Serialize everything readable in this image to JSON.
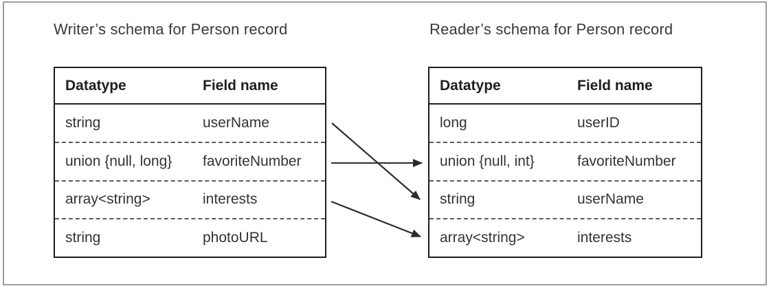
{
  "writer_schema": {
    "title": "Writer’s schema for Person record",
    "columns": [
      "Datatype",
      "Field name"
    ],
    "rows": [
      {
        "datatype": "string",
        "field": "userName"
      },
      {
        "datatype": "union {null, long}",
        "field": "favoriteNumber"
      },
      {
        "datatype": "array<string>",
        "field": "interests"
      },
      {
        "datatype": "string",
        "field": "photoURL"
      }
    ]
  },
  "reader_schema": {
    "title": "Reader’s schema for Person record",
    "columns": [
      "Datatype",
      "Field name"
    ],
    "rows": [
      {
        "datatype": "long",
        "field": "userID"
      },
      {
        "datatype": "union {null, int}",
        "field": "favoriteNumber"
      },
      {
        "datatype": "string",
        "field": "userName"
      },
      {
        "datatype": "array<string>",
        "field": "interests"
      }
    ]
  },
  "mappings": [
    {
      "from_field": "userName",
      "from_row": 1,
      "to_field": "userName",
      "to_row": 3
    },
    {
      "from_field": "favoriteNumber",
      "from_row": 2,
      "to_field": "favoriteNumber",
      "to_row": 2
    },
    {
      "from_field": "interests",
      "from_row": 3,
      "to_field": "interests",
      "to_row": 4
    }
  ],
  "colors": {
    "table_border": "#1c1c1c",
    "dashed_divider": "#5a5a5a",
    "text": "#333333",
    "frame_border": "#9e9e9e",
    "arrow": "#2b2b2b"
  }
}
